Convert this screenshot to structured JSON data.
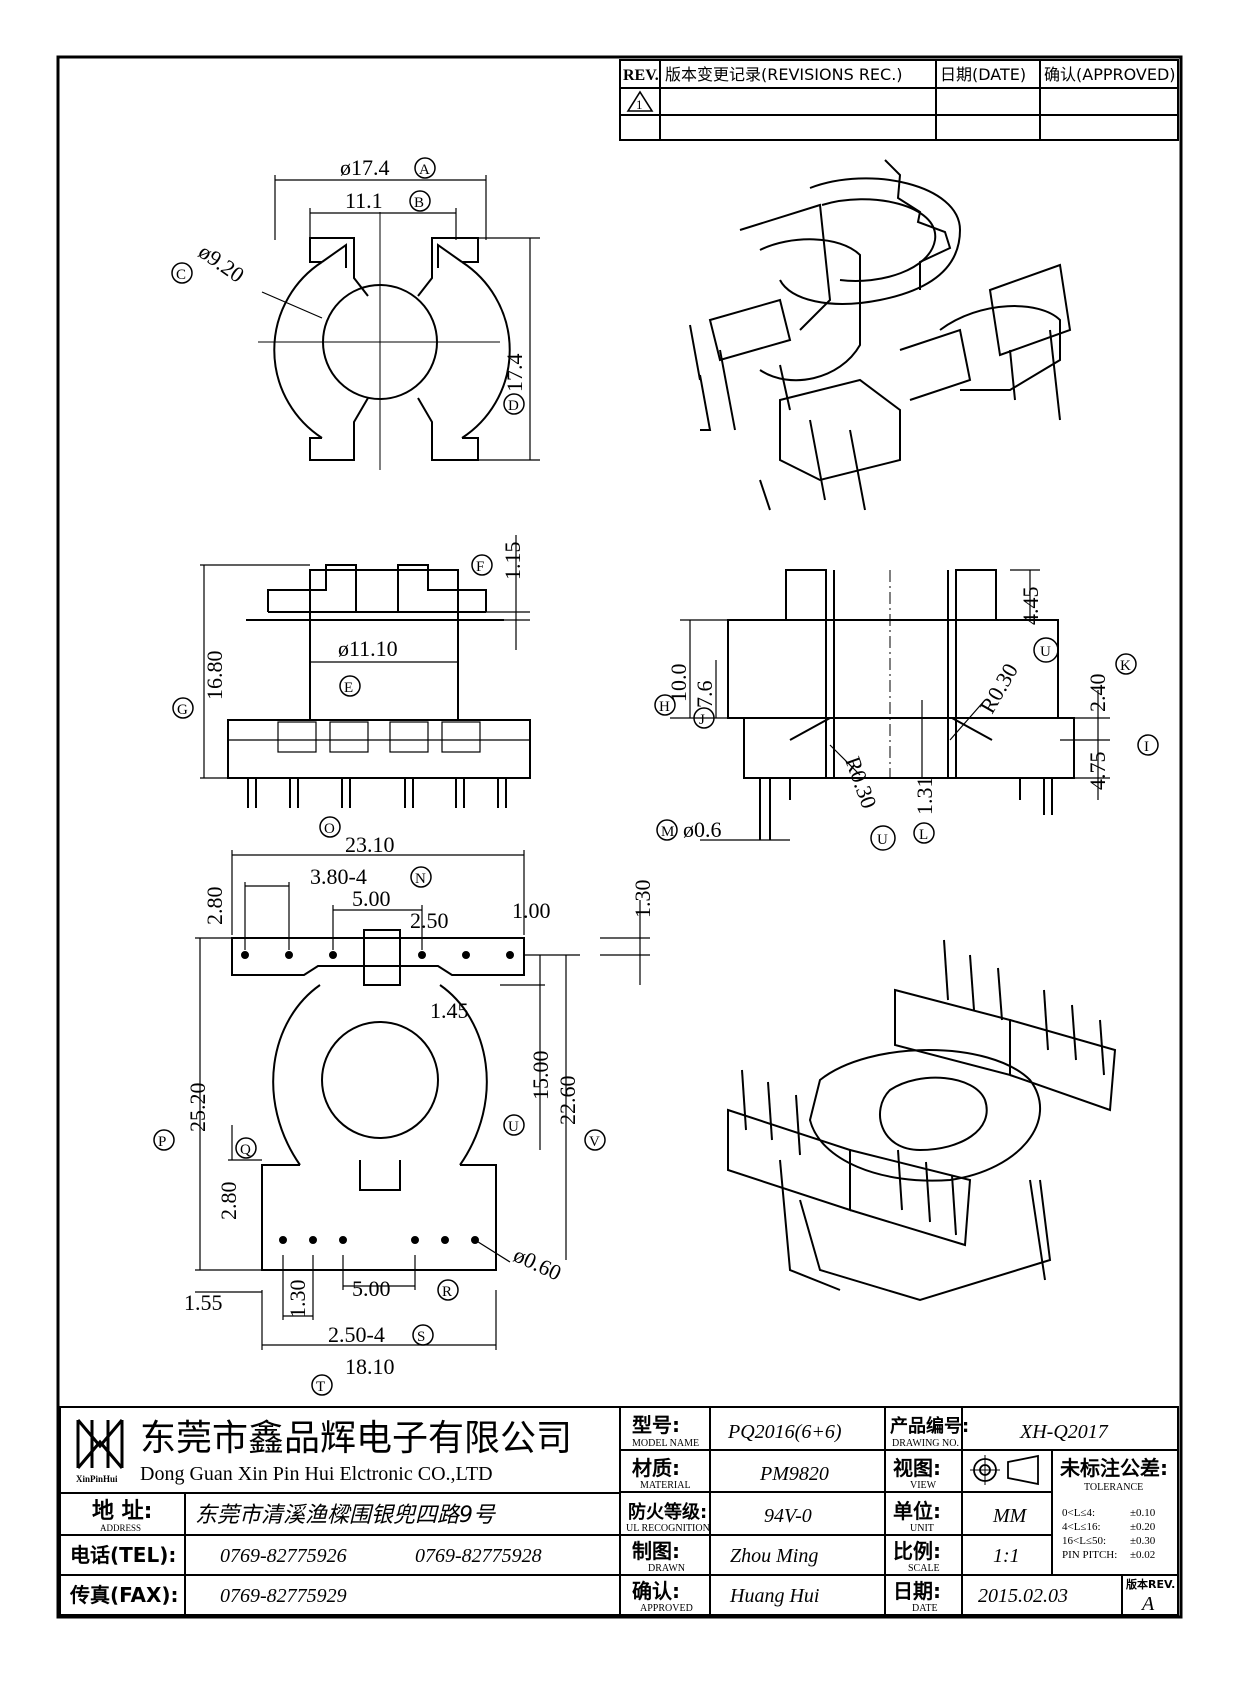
{
  "revision_block": {
    "col_rev": "REV.",
    "col_record": "版本变更记录(REVISIONS REC.)",
    "col_date": "日期(DATE)",
    "col_approved": "确认(APPROVED)",
    "rev_mark": "1"
  },
  "top_view": {
    "dim_a": "ø17.4",
    "dim_b": "11.1",
    "dim_c": "ø9.20",
    "dim_d": "17.4",
    "tag_a": "A",
    "tag_b": "B",
    "tag_c": "C",
    "tag_d": "D"
  },
  "front_view": {
    "dim_f": "1.15",
    "dim_e": "ø11.10",
    "dim_g": "16.80",
    "tag_f": "F",
    "tag_e": "E",
    "tag_g": "G"
  },
  "section_view": {
    "dim_445": "4.45",
    "dim_h": "10.0",
    "dim_j": "7.6",
    "dim_r_upper": "R0.30",
    "dim_k": "2.40",
    "dim_i": "4.75",
    "dim_r_lower": "R0.30",
    "dim_l": "1.31",
    "dim_m": "ø0.6",
    "tag_h": "H",
    "tag_j": "J",
    "tag_u": "U",
    "tag_k": "K",
    "tag_i": "I",
    "tag_l": "L",
    "tag_m": "M",
    "tag_u2": "U"
  },
  "bottom_view": {
    "dim_o": "23.10",
    "dim_n": "3.80-4",
    "dim_280a": "2.80",
    "dim_500a": "5.00",
    "dim_250": "2.50",
    "dim_100": "1.00",
    "dim_130a": "1.30",
    "dim_145": "1.45",
    "dim_p": "25.20",
    "dim_u": "15.00",
    "dim_v": "22.60",
    "dim_q": "2.80",
    "dim_060": "ø0.60",
    "dim_130b": "1.30",
    "dim_500b": "5.00",
    "dim_155": "1.55",
    "dim_s": "2.50-4",
    "dim_t": "18.10",
    "tag_o": "O",
    "tag_n": "N",
    "tag_p": "P",
    "tag_q": "Q",
    "tag_u": "U",
    "tag_v": "V",
    "tag_r": "R",
    "tag_s": "S",
    "tag_t": "T"
  },
  "title_block": {
    "company_cn": "东莞市鑫品辉电子有限公司",
    "company_en": "Dong Guan Xin Pin Hui Elctronic CO.,LTD",
    "logo_text": "XinPinHui",
    "address_label": "地 址:",
    "address_label_en": "ADDRESS",
    "address_value": "东莞市清溪渔樑围银兜四路9号",
    "tel_label": "电话(TEL):",
    "tel_1": "0769-82775926",
    "tel_2": "0769-82775928",
    "fax_label": "传真(FAX):",
    "fax_value": "0769-82775929",
    "model_label": "型号:",
    "model_label_en": "MODEL NAME",
    "model_value": "PQ2016(6+6)",
    "material_label": "材质:",
    "material_label_en": "MATERIAL",
    "material_value": "PM9820",
    "fire_label": "防火等级:",
    "fire_label_en": "UL RECOGNITION",
    "fire_value": "94V-0",
    "drawn_label": "制图:",
    "drawn_label_en": "DRAWN",
    "drawn_value": "Zhou Ming",
    "approved_label": "确认:",
    "approved_label_en": "APPROVED",
    "approved_value": "Huang Hui",
    "drawing_no_label": "产品编号:",
    "drawing_no_label_en": "DRAWING NO.",
    "drawing_no_value": "XH-Q2017",
    "view_label": "视图:",
    "view_label_en": "VIEW",
    "unit_label": "单位:",
    "unit_label_en": "UNIT",
    "unit_value": "MM",
    "scale_label": "比例:",
    "scale_label_en": "SCALE",
    "scale_value": "1:1",
    "date_label": "日期:",
    "date_label_en": "DATE",
    "date_value": "2015.02.03",
    "tolerance_title": "未标注公差:",
    "tolerance_en": "TOLERANCE",
    "tol_r1_range": "0<L≤4:",
    "tol_r1_val": "±0.10",
    "tol_r2_range": "4<L≤16:",
    "tol_r2_val": "±0.20",
    "tol_r3_range": "16<L≤50:",
    "tol_r3_val": "±0.30",
    "tol_r4_range": "PIN PITCH:",
    "tol_r4_val": "±0.02",
    "rev_label": "版本REV.",
    "rev_value": "A"
  }
}
